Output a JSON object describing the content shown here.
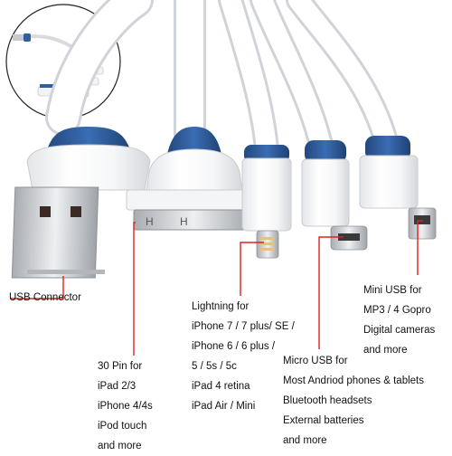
{
  "labels": {
    "usb": {
      "lines": [
        "USB Connector"
      ]
    },
    "pin30": {
      "lines": [
        "30 Pin for",
        "iPad 2/3",
        "iPhone 4/4s",
        "iPod touch",
        "and more"
      ]
    },
    "lightning": {
      "lines": [
        "Lightning for",
        "iPhone 7 / 7 plus/ SE /",
        "iPhone 6 / 6 plus /",
        "5 / 5s / 5c",
        "iPad 4 retina",
        "iPad Air / Mini"
      ]
    },
    "micro": {
      "lines": [
        "Micro USB for",
        "Most Andriod phones & tablets",
        "Bluetooth headsets",
        "External batteries",
        "and more"
      ]
    },
    "mini": {
      "lines": [
        "Mini USB for",
        "MP3 / 4 Gopro",
        "Digital cameras",
        "and more"
      ]
    }
  },
  "colors": {
    "cable": "#ffffff",
    "cable_edge": "#c9ccd1",
    "accent_blue": "#2f5fa0",
    "leader": "#e02020",
    "text": "#111111",
    "metal": "#c8cacd"
  },
  "icons": {
    "thumbnail": "cable-thumbnail",
    "usb": "usb-a-plug",
    "pin30": "30-pin-plug",
    "lightning": "lightning-plug",
    "micro": "micro-usb-plug",
    "mini": "mini-usb-plug"
  }
}
